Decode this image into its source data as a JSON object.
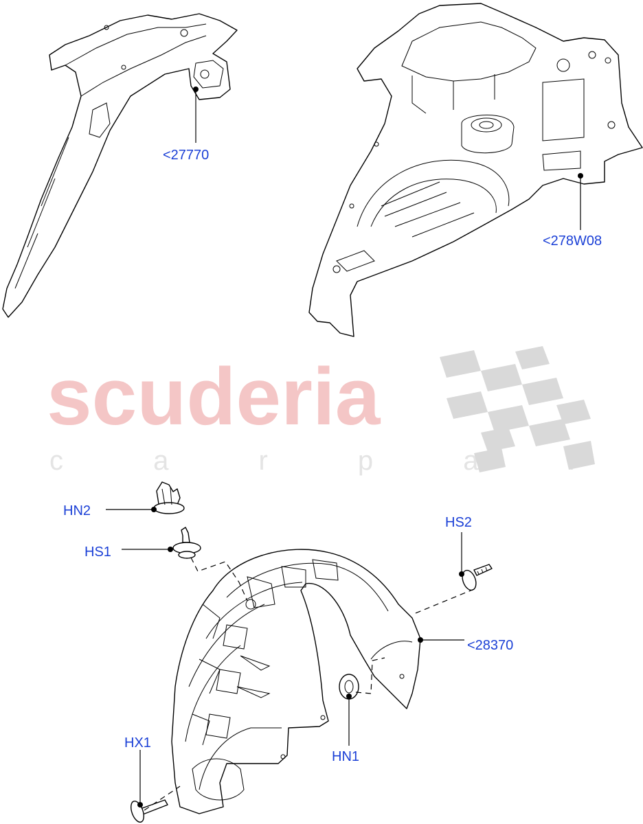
{
  "watermark": {
    "brand": "scuderia",
    "tagline": "c a r  p a r t s"
  },
  "callouts": {
    "c27770": "<27770",
    "c278W08": "<278W08",
    "c28370": "<28370",
    "hn2": "HN2",
    "hs1": "HS1",
    "hs2": "HS2",
    "hn1": "HN1",
    "hx1": "HX1"
  },
  "colors": {
    "callout_text": "#1a3fd6",
    "watermark_red": "#f4c6c6",
    "watermark_grey": "#d9d9d9"
  }
}
